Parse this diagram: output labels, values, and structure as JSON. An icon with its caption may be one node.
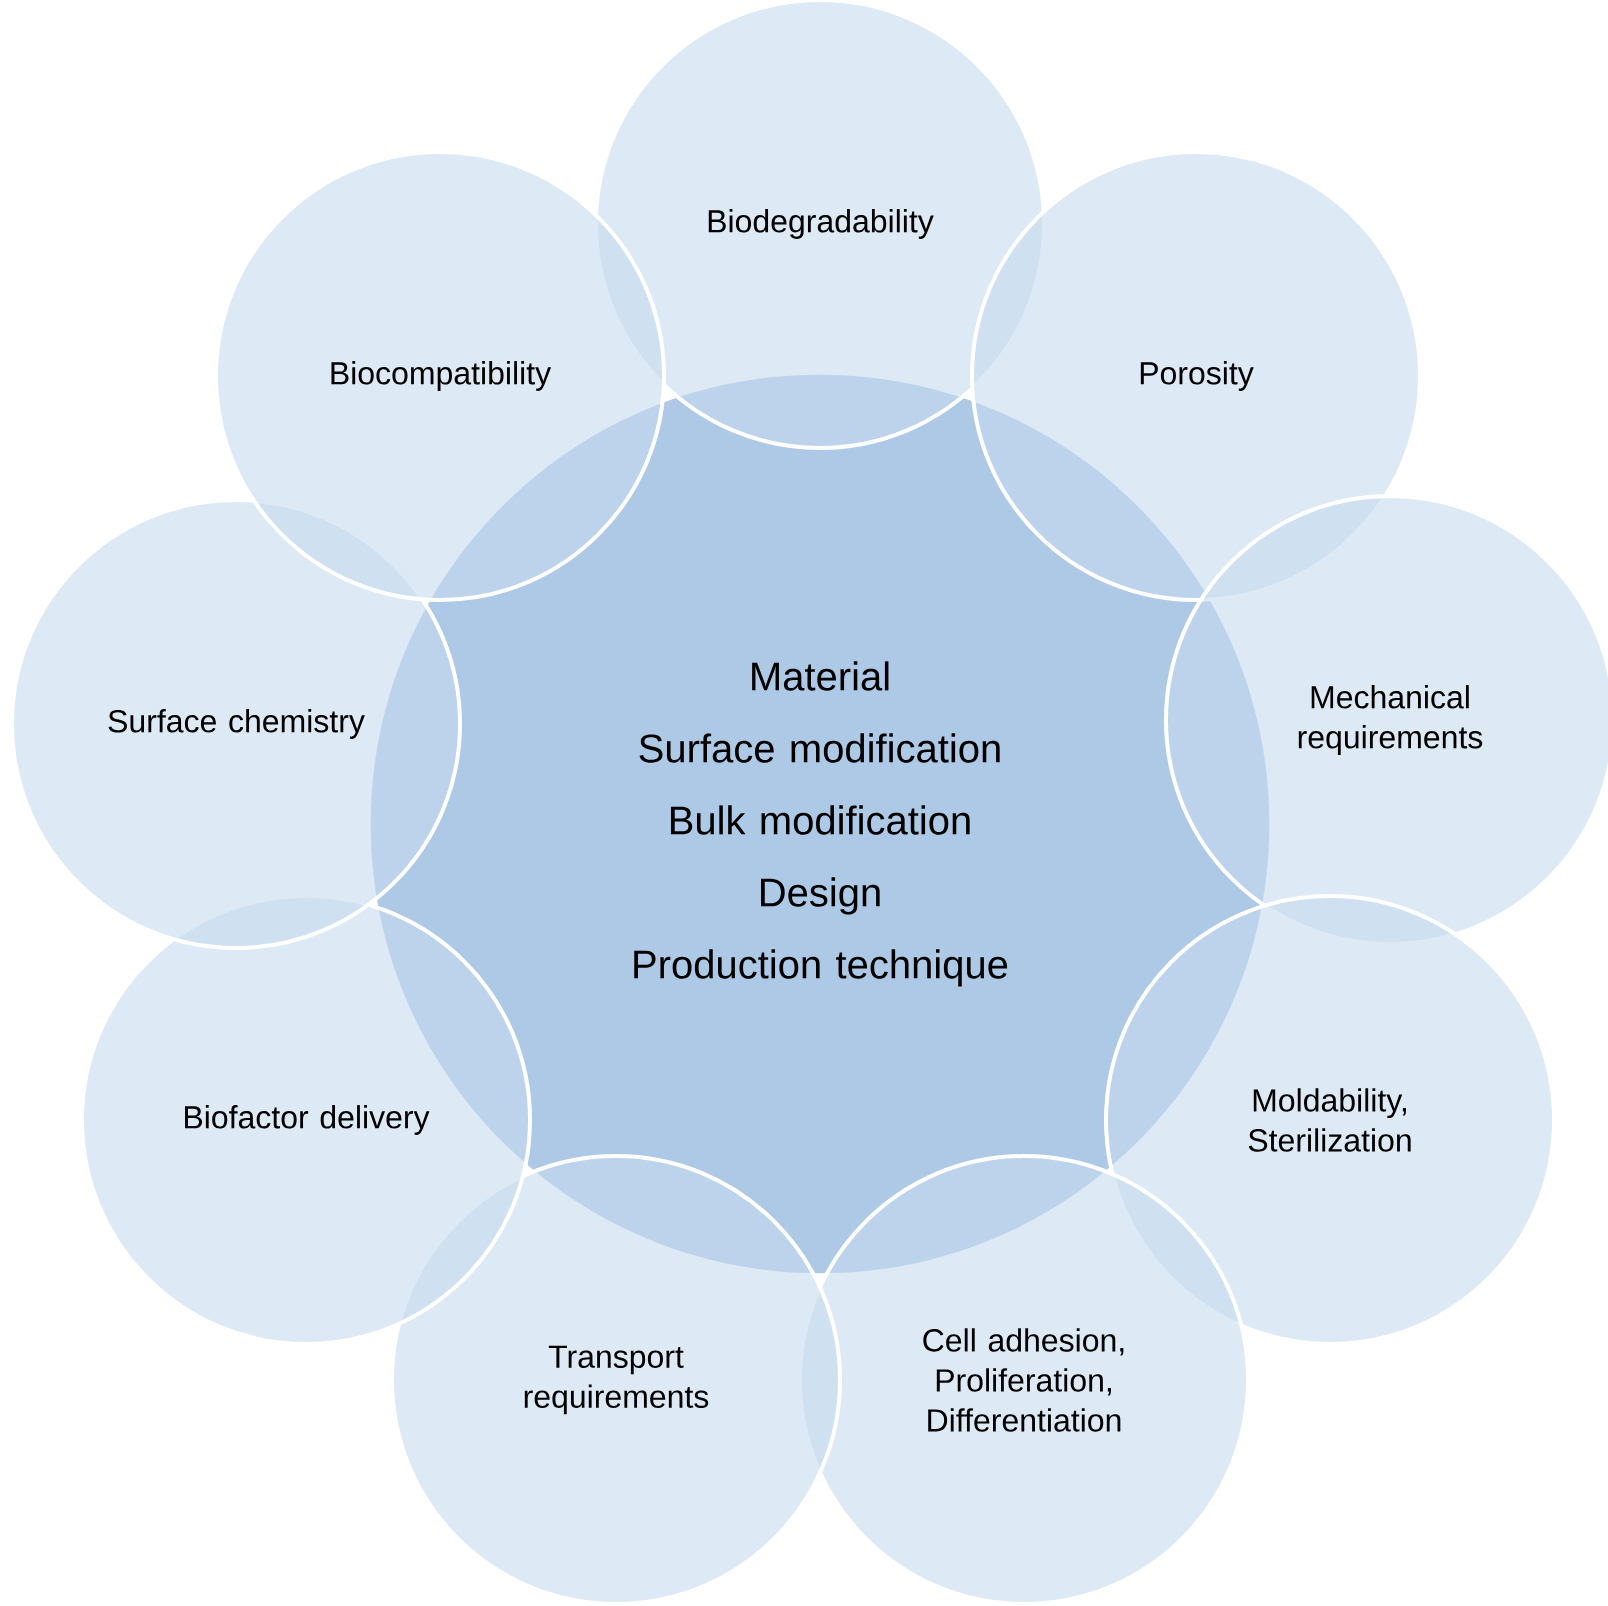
{
  "diagram": {
    "nodes": [
      {
        "text": [
          "Material",
          "Surface modification",
          "Bulk modification",
          "Design",
          "Production technique"
        ]
      },
      {
        "text": [
          "Biodegradability"
        ]
      },
      {
        "text": [
          "Porosity"
        ]
      },
      {
        "text": [
          "Mechanical requirements"
        ]
      },
      {
        "text": [
          "Moldability, Sterilization"
        ]
      },
      {
        "text": [
          "Cell adhesion, Proliferation, Differentiation"
        ]
      },
      {
        "text": [
          "Transport requirements"
        ]
      },
      {
        "text": [
          "Biofactor delivery"
        ]
      },
      {
        "text": [
          "Surface chemistry"
        ]
      },
      {
        "text": [
          "Biocompatibility"
        ]
      }
    ]
  }
}
